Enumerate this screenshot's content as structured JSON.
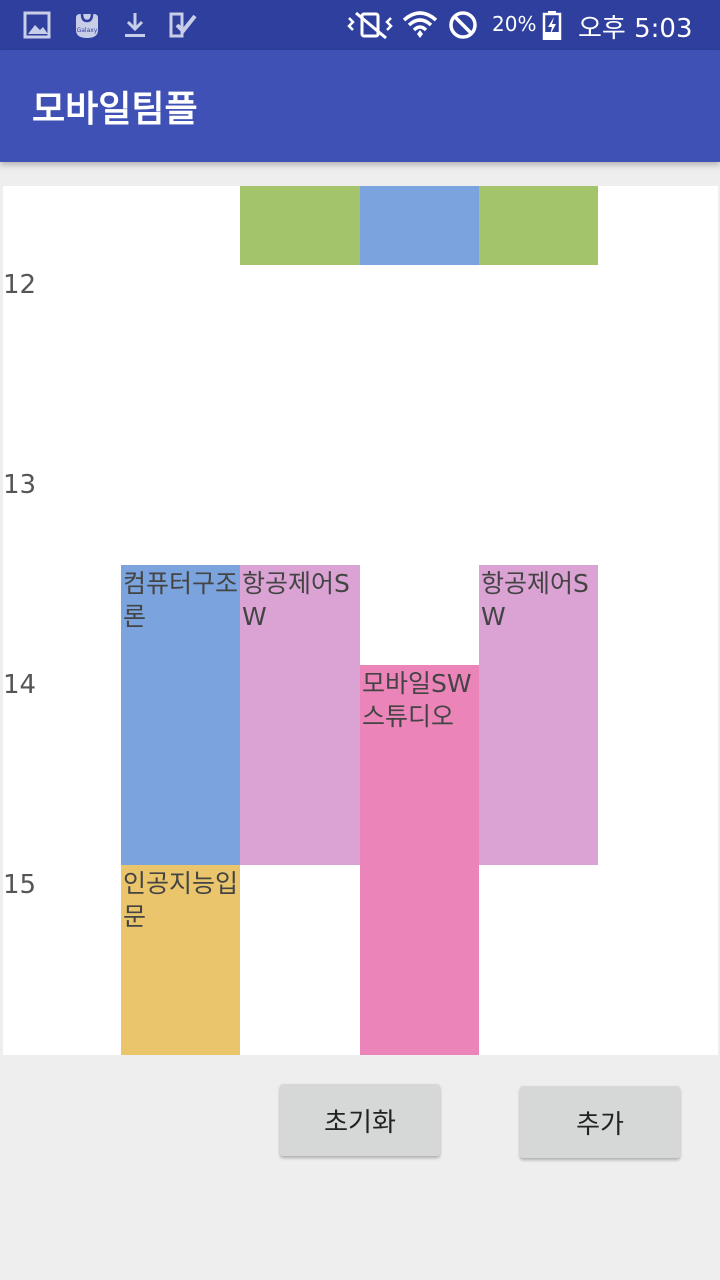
{
  "status_bar": {
    "icons_left": [
      "gallery-icon",
      "galaxy-apps-icon",
      "download-icon",
      "task-check-icon"
    ],
    "galaxy_label": "Galaxy",
    "icons_right": [
      "vibrate-icon",
      "wifi-icon",
      "do-not-disturb-icon",
      "battery-charging-icon"
    ],
    "battery": "20%",
    "time": "오후 5:03"
  },
  "app_bar": {
    "title": "모바일팀플"
  },
  "timetable": {
    "hours": [
      "12",
      "13",
      "14",
      "15"
    ],
    "colors": {
      "green": "#a3c46b",
      "blue": "#7ba3dd",
      "pink_light": "#daa3d4",
      "pink": "#ea84b9",
      "yellow": "#eac56b"
    },
    "classes": [
      {
        "label": "",
        "color": "#a3c46b"
      },
      {
        "label": "",
        "color": "#7ba3dd"
      },
      {
        "label": "",
        "color": "#a3c46b"
      },
      {
        "label": "컴퓨터구조론",
        "color": "#7ba3dd"
      },
      {
        "label": "항공제어SW",
        "color": "#daa3d4"
      },
      {
        "label": "항공제어SW",
        "color": "#daa3d4"
      },
      {
        "label": "모바일SW스튜디오",
        "color": "#ea84b9"
      },
      {
        "label": "인공지능입문",
        "color": "#eac56b"
      }
    ]
  },
  "buttons": {
    "reset": "초기화",
    "add": "추가"
  }
}
